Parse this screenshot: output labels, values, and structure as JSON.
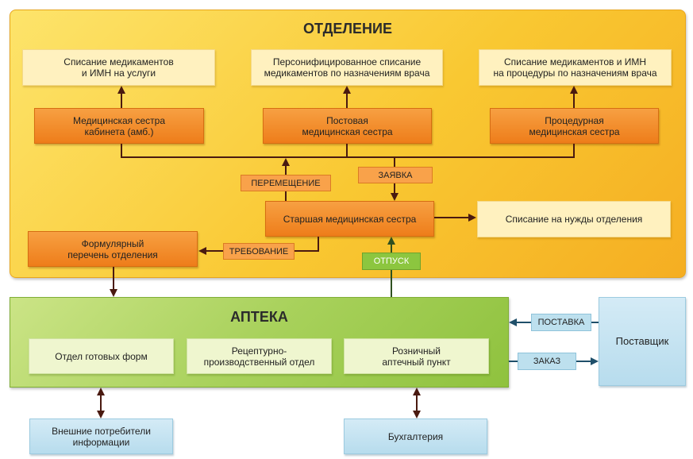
{
  "department": {
    "title": "ОТДЕЛЕНИЕ",
    "write_off_services": "Списание медикаментов\nи ИМН на услуги",
    "write_off_personalized": "Персонифицированное списание\nмедикаментов по назначениям врача",
    "write_off_procedures": "Списание медикаментов и ИМН\nна процедуры по назначениям врача",
    "nurse_cabinet": "Медицинская сестра\nкабинета (амб.)",
    "nurse_ward": "Постовая\nмедицинская сестра",
    "nurse_procedure": "Процедурная\nмедицинская сестра",
    "label_transfer": "ПЕРЕМЕЩЕНИЕ",
    "label_request": "ЗАЯВКА",
    "head_nurse": "Старшая медицинская сестра",
    "write_off_needs": "Списание на нужды отделения",
    "formulary": "Формулярный\nперечень отделения",
    "label_demand": "ТРЕБОВАНИЕ",
    "label_release": "ОТПУСК"
  },
  "pharmacy": {
    "title": "АПТЕКА",
    "ready_forms": "Отдел готовых форм",
    "prescription_dept": "Рецептурно-\nпроизводственный отдел",
    "retail_point": "Розничный\nаптечный пункт"
  },
  "external": {
    "supplier": "Поставщик",
    "label_supply": "ПОСТАВКА",
    "label_order": "ЗАКАЗ",
    "info_consumers": "Внешние потребители\nинформации",
    "accounting": "Бухгалтерия"
  },
  "colors": {
    "arrow_dark": "#4a1a10",
    "arrow_blue": "#1f4f6a",
    "arrow_green": "#2f5020"
  }
}
